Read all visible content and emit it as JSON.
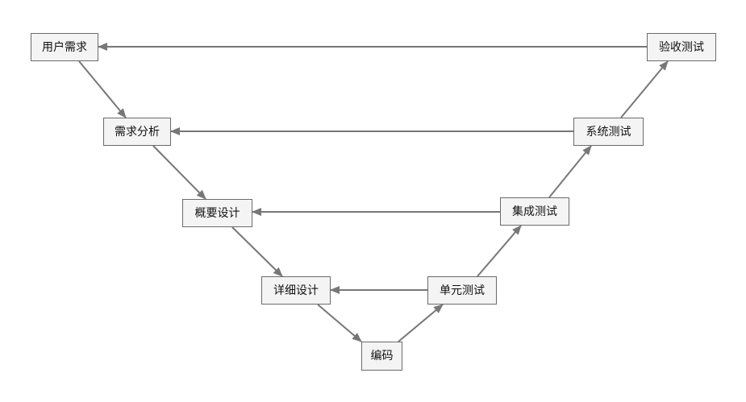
{
  "nodes": {
    "user_requirements": "用户需求",
    "requirements_analysis": "需求分析",
    "high_level_design": "概要设计",
    "detailed_design": "详细设计",
    "coding": "编码",
    "unit_testing": "单元测试",
    "integration_testing": "集成测试",
    "system_testing": "系统测试",
    "acceptance_testing": "验收测试"
  },
  "colors": {
    "edge": "#777777",
    "node_border": "#6b6b6b",
    "node_fill": "#f4f4f4"
  }
}
